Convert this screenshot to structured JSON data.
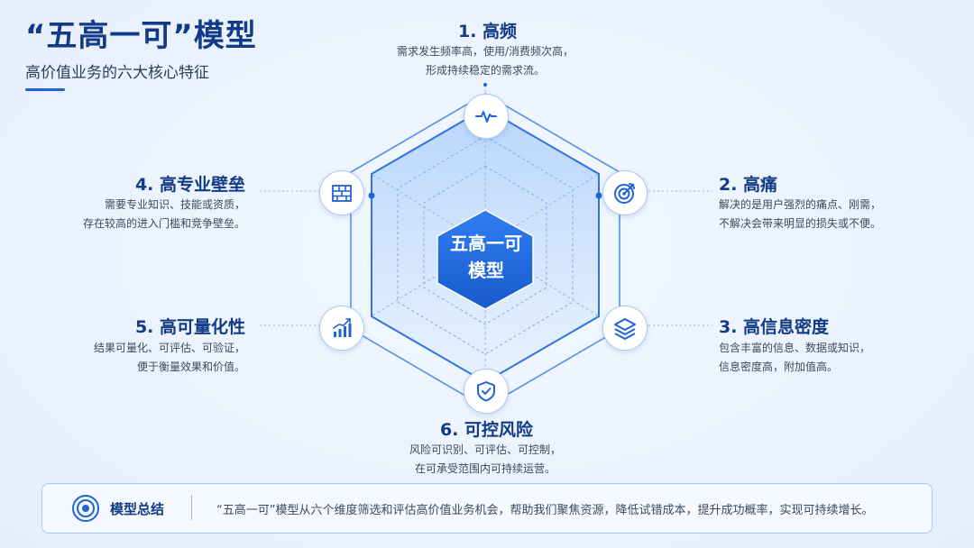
{
  "header": {
    "title": "“五高一可”模型",
    "subtitle": "高价值业务的六大核心特征"
  },
  "center": {
    "line1": "五高一可",
    "line2": "模型"
  },
  "features": [
    {
      "title": "1. 高频",
      "desc1": "需求发生频率高，使用/消费频次高，",
      "desc2": "形成持续稳定的需求流。",
      "icon": "pulse-icon"
    },
    {
      "title": "2. 高痛",
      "desc1": "解决的是用户强烈的痛点、刚需，",
      "desc2": "不解决会带来明显的损失或不便。",
      "icon": "target-icon"
    },
    {
      "title": "3. 高信息密度",
      "desc1": "包含丰富的信息、数据或知识，",
      "desc2": "信息密度高，附加值高。",
      "icon": "layers-icon"
    },
    {
      "title": "4. 高专业壁垒",
      "desc1": "需要专业知识、技能或资质，",
      "desc2": "存在较高的进入门槛和竞争壁垒。",
      "icon": "wall-icon"
    },
    {
      "title": "5. 高可量化性",
      "desc1": "结果可量化、可评估、可验证，",
      "desc2": "便于衡量效果和价值。",
      "icon": "bar-chart-icon"
    },
    {
      "title": "6. 可控风险",
      "desc1": "风险可识别、可评估、可控制，",
      "desc2": "在可承受范围内可持续运营。",
      "icon": "shield-check-icon"
    }
  ],
  "summary": {
    "label": "模型总结",
    "text": "“五高一可”模型从六个维度筛选和评估高价值业务机会，帮助我们聚焦资源，降低试错成本，提升成功概率，实现可持续增长。",
    "icon": "target-icon"
  },
  "colors": {
    "primary": "#1f63d6",
    "title": "#123a86",
    "accent_light": "#a9c7f2"
  }
}
